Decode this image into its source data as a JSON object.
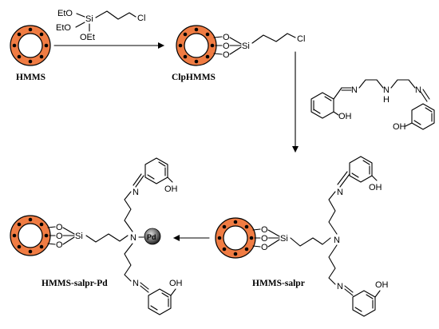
{
  "labels": {
    "hmms": "HMMS",
    "clphmms": "ClpHMMS",
    "hmms_salpr": "HMMS-salpr",
    "hmms_salpr_pd": "HMMS-salpr-Pd"
  },
  "atoms": {
    "eto": "EtO",
    "oet": "OEt",
    "si": "Si",
    "cl": "Cl",
    "o": "O",
    "n": "N",
    "h": "H",
    "oh": "OH",
    "pd": "Pd"
  },
  "colors": {
    "support_fill": "#f07c43",
    "outline": "#000000",
    "pd_sphere": "#555555"
  }
}
